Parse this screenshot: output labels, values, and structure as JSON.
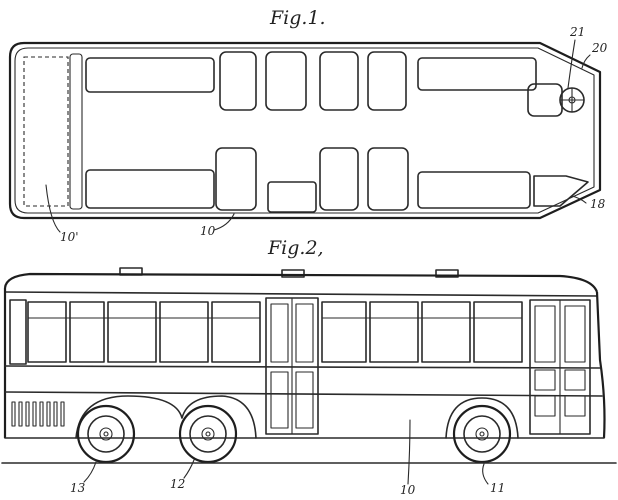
{
  "figures": {
    "fig1": {
      "title": "Fig.1.",
      "refs": {
        "r21": "21",
        "r20": "20",
        "r18": "18",
        "r10p": "10'",
        "r10": "10"
      }
    },
    "fig2": {
      "title": "Fig.2,",
      "refs": {
        "r13": "13",
        "r12": "12",
        "r10": "10",
        "r11": "11"
      }
    }
  }
}
